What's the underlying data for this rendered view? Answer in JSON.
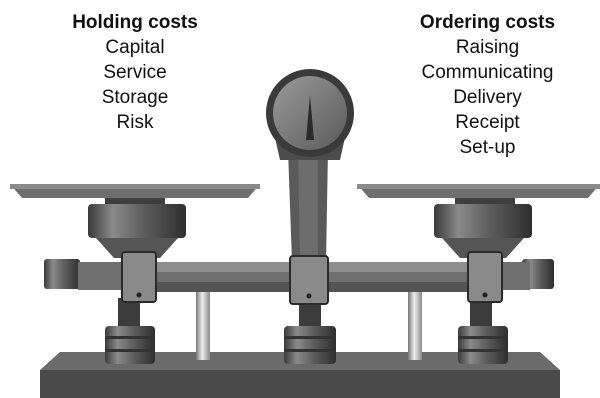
{
  "holding": {
    "heading": "Holding costs",
    "items": [
      "Capital",
      "Service",
      "Storage",
      "Risk"
    ]
  },
  "ordering": {
    "heading": "Ordering costs",
    "items": [
      "Raising",
      "Communicating",
      "Delivery",
      "Receipt",
      "Set-up"
    ]
  }
}
